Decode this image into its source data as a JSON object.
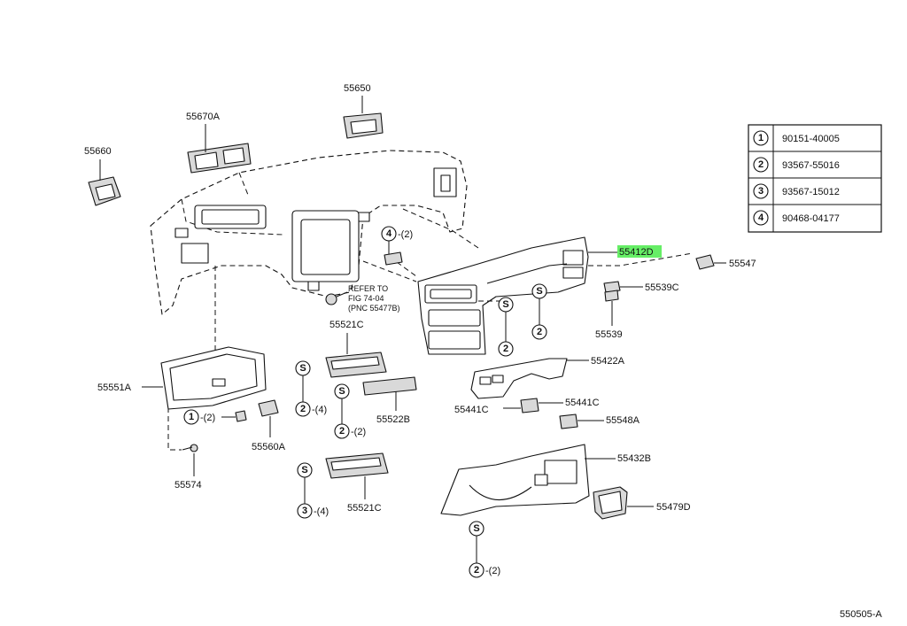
{
  "parts": {
    "p55650": "55650",
    "p55670A": "55670A",
    "p55660": "55660",
    "p55412D": "55412D",
    "p55547": "55547",
    "p55539C": "55539C",
    "p55539": "55539",
    "p55521C_top": "55521C",
    "p55422A": "55422A",
    "p55441C_right": "55441C",
    "p55441C_left": "55441C",
    "p55551A": "55551A",
    "p55522B": "55522B",
    "p55548A": "55548A",
    "p55560A": "55560A",
    "p55432B": "55432B",
    "p55574": "55574",
    "p55521C_bottom": "55521C",
    "p55479D": "55479D"
  },
  "refer": {
    "line1": "REFER TO",
    "line2": "FIG 74-04",
    "line3": "(PNC 55477B)"
  },
  "callouts": {
    "s_symbol": "S",
    "c4_qty": "-(2)",
    "c1_qty": "-(2)",
    "c2a_qty": "-(4)",
    "c2b_qty": "-(2)",
    "c3_qty": "-(4)",
    "c2c_qty": "-(2)",
    "n1": "1",
    "n2": "2",
    "n3": "3",
    "n4": "4"
  },
  "table": {
    "rows": [
      {
        "num": "1",
        "part": "90151-40005"
      },
      {
        "num": "2",
        "part": "93567-55016"
      },
      {
        "num": "3",
        "part": "93567-15012"
      },
      {
        "num": "4",
        "part": "90468-04177"
      }
    ]
  },
  "figure_id": "550505-A",
  "colors": {
    "highlight": "#66ee66",
    "ink": "#111111",
    "part_fill": "#d9d9d9"
  }
}
